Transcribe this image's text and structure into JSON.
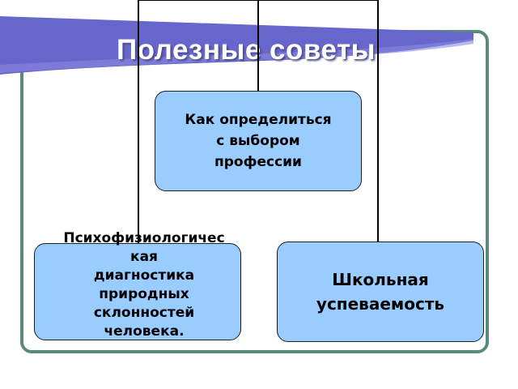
{
  "slide": {
    "title": "Полезные советы"
  },
  "nodes": {
    "top": "Как  определиться\nс выбором\nпрофессии",
    "left": "Психофизиологичес\nкая\nдиагностика\nприродных\nсклонностей\nчеловека.",
    "right": "Школьная\nуспеваемость"
  },
  "colors": {
    "banner": "#6666cc",
    "frame": "#5b8a7c",
    "node_fill": "#99ccff",
    "title_text": "#ffffff"
  }
}
